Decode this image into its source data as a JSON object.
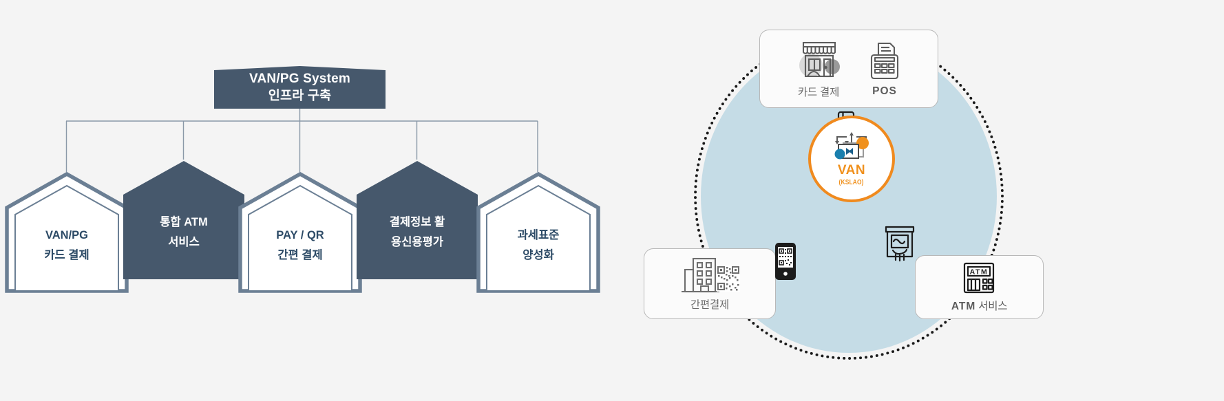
{
  "left": {
    "header": {
      "line1": "VAN/PG System",
      "line2": "인프라 구축"
    },
    "hexagons": [
      {
        "line1": "VAN/PG",
        "line2": "카드 결제",
        "style": "light"
      },
      {
        "line1": "통합 ATM",
        "line2": "서비스",
        "style": "dark"
      },
      {
        "line1": "PAY / QR",
        "line2": "간편 결제",
        "style": "light"
      },
      {
        "line1": "결제정보 활",
        "line2": "용신용평가",
        "style": "dark"
      },
      {
        "line1": "과세표준",
        "line2": "양성화",
        "style": "light"
      }
    ]
  },
  "right": {
    "cards": {
      "top": {
        "items": [
          {
            "label": "카드 결제",
            "icon": "storefront-icon",
            "bold": false
          },
          {
            "label": "POS",
            "icon": "pos-terminal-icon",
            "bold": true
          }
        ]
      },
      "bottom_left": {
        "label": "간편결제",
        "icon": "building-qr-icon",
        "bold": false
      },
      "bottom_right": {
        "label_bold": "ATM",
        "label_kr": " 서비스",
        "icon": "atm-machine-icon",
        "bold": true
      }
    },
    "center": {
      "title": "VAN",
      "subtitle": "(KSLAO)",
      "icon": "data-exchange-icon"
    },
    "floating_icons": [
      {
        "name": "hand-card-icon"
      },
      {
        "name": "phone-qr-icon"
      },
      {
        "name": "hand-atm-cash-icon"
      }
    ]
  },
  "colors": {
    "dark_slate": "#46586c",
    "hex_border": "#6b7f94",
    "text_navy": "#2c4a66",
    "orange": "#f0911e",
    "blue_blob": "#c5dce6",
    "background": "#f4f4f4"
  }
}
